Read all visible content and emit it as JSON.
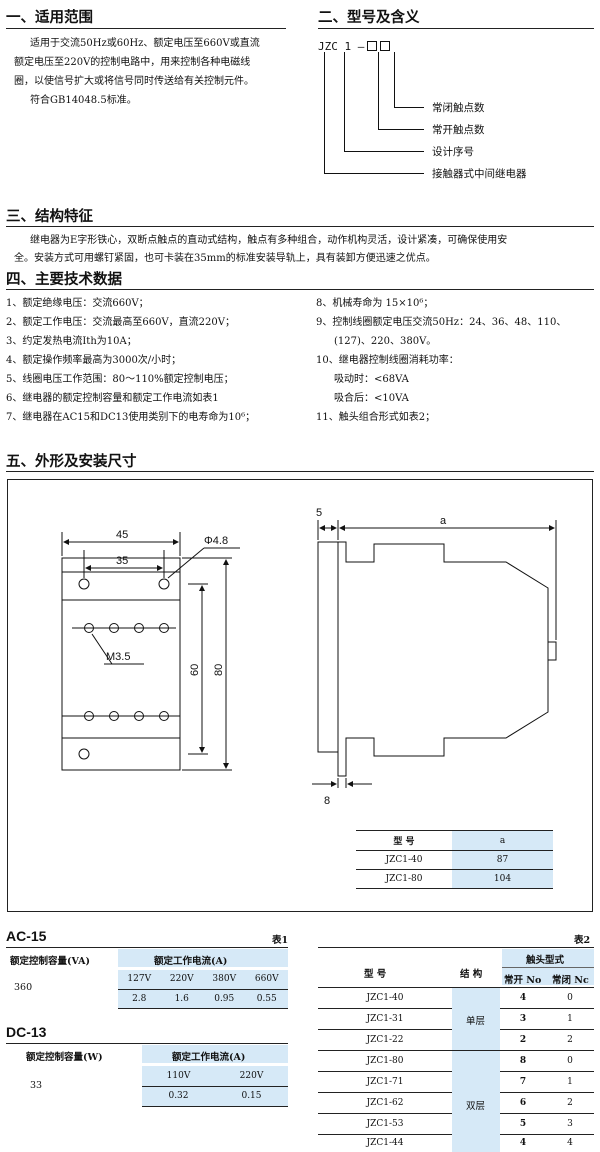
{
  "s1": {
    "title": "一、适用范围",
    "lines": [
      "适用于交流50Hz或60Hz、额定电压至660V或直流",
      "额定电压至220V的控制电路中，用来控制各种电磁线",
      "圈，以使信号扩大或将信号同时传送给有关控制元件。",
      "符合GB14048.5标准。"
    ]
  },
  "s2": {
    "title": "二、型号及含义",
    "code": "JZC 1 –",
    "labels": [
      "常闭触点数",
      "常开触点数",
      "设计序号",
      "接触器式中间继电器"
    ]
  },
  "s3": {
    "title": "三、结构特征",
    "lines": [
      "继电器为E字形铁心，双断点触点的直动式结构，触点有多种组合，动作机构灵活，设计紧凑，可确保使用安",
      "全。安装方式可用螺钉紧固，也可卡装在35mm的标准安装导轨上，具有装卸方便迅速之优点。"
    ]
  },
  "s4": {
    "title": "四、主要技术数据",
    "left": [
      "1、额定绝缘电压：交流660V；",
      "2、额定工作电压：交流最高至660V，直流220V；",
      "3、约定发热电流Ith为10A；",
      "4、额定操作频率最高为3000次/小时；",
      "5、线圈电压工作范围：80～110%额定控制电压；",
      "6、继电器的额定控制容量和额定工作电流如表1",
      "7、继电器在AC15和DC13使用类别下的电寿命为10⁶；"
    ],
    "right": [
      "8、机械寿命为 15×10⁶；",
      "9、控制线圈额定电压交流50Hz：24、36、48、110、",
      "(127)、220、380V。",
      "10、继电器控制线圈消耗功率：",
      "吸动时：<68VA",
      "吸合后：<10VA",
      "11、触头组合形式如表2；"
    ]
  },
  "s5": {
    "title": "五、外形及安装尺寸",
    "dims": {
      "w45": "45",
      "w35": "35",
      "hole": "Φ4.8",
      "screw": "M3.5",
      "h60": "60",
      "h80": "80",
      "d5": "5",
      "da": "a",
      "d8": "8"
    },
    "dim_table": {
      "headers": [
        "型 号",
        "a"
      ],
      "rows": [
        [
          "JZC1-40",
          "87"
        ],
        [
          "JZC1-80",
          "104"
        ]
      ]
    }
  },
  "table1": {
    "label": "表1",
    "ac15": {
      "title": "AC-15",
      "col1": "额定控制容量(VA)",
      "col2": "额定工作电流(A)",
      "voltages": [
        "127V",
        "220V",
        "380V",
        "660V"
      ],
      "capacity": "360",
      "currents": [
        "2.8",
        "1.6",
        "0.95",
        "0.55"
      ]
    },
    "dc13": {
      "title": "DC-13",
      "col1": "额定控制容量(W)",
      "col2": "额定工作电流(A)",
      "voltages": [
        "110V",
        "220V"
      ],
      "capacity": "33",
      "currents": [
        "0.32",
        "0.15"
      ]
    }
  },
  "table2": {
    "label": "表2",
    "h_model": "型 号",
    "h_struct": "结 构",
    "h_contacts": "触头型式",
    "h_no": "常开 No",
    "h_nc": "常闭 Nc",
    "struct_single": "单层",
    "struct_double": "双层",
    "rows": [
      [
        "JZC1-40",
        "4",
        "0"
      ],
      [
        "JZC1-31",
        "3",
        "1"
      ],
      [
        "JZC1-22",
        "2",
        "2"
      ],
      [
        "JZC1-80",
        "8",
        "0"
      ],
      [
        "JZC1-71",
        "7",
        "1"
      ],
      [
        "JZC1-62",
        "6",
        "2"
      ],
      [
        "JZC1-53",
        "5",
        "3"
      ],
      [
        "JZC1-44",
        "4",
        "4"
      ]
    ]
  }
}
